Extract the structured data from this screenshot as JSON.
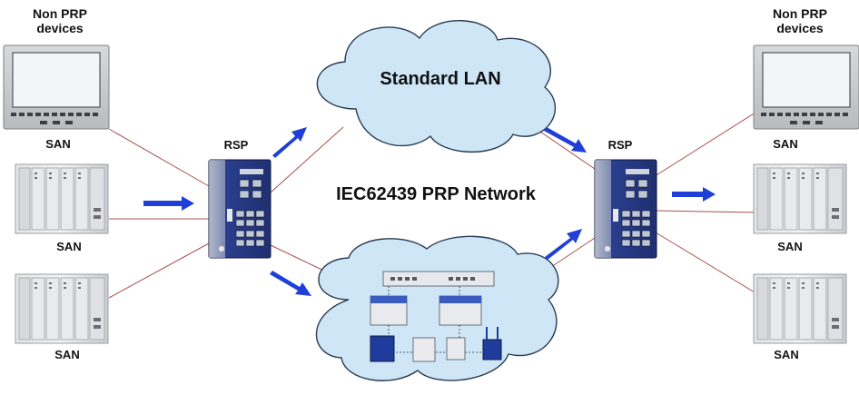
{
  "labels": {
    "non_prp_left_line1": "Non PRP",
    "non_prp_left_line2": "devices",
    "non_prp_right_line1": "Non PRP",
    "non_prp_right_line2": "devices",
    "san": "SAN",
    "rsp": "RSP",
    "standard_lan": "Standard LAN",
    "prp_network": "IEC62439 PRP Network"
  },
  "colors": {
    "cloud_fill": "#cfe6f7",
    "cloud_stroke": "#2a3b52",
    "link_line": "#a85050",
    "arrow": "#1f3fd6",
    "switch_blue": "#1f3c9c"
  },
  "icons": [
    "monitor-icon",
    "plc-rack-icon",
    "rsp-switch-icon",
    "industrial-switch-icon"
  ]
}
